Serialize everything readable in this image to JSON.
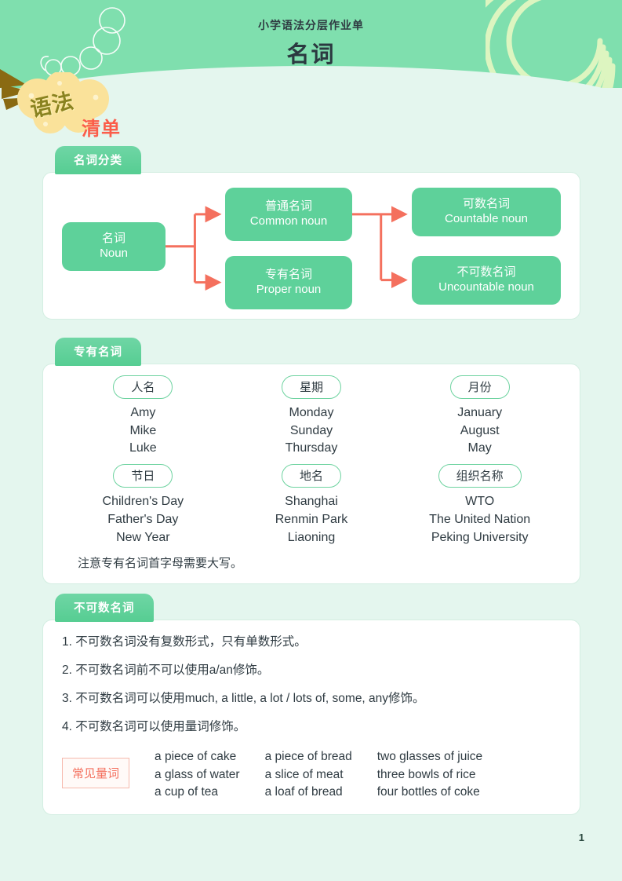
{
  "header": {
    "subtitle": "小学语法分层作业单",
    "title": "名词",
    "badge_grammar": "语法",
    "badge_list": "清单"
  },
  "colors": {
    "header_green": "#7fdfae",
    "page_bg": "#e4f6ee",
    "node_green": "#5ed19a",
    "tab_green": "#5ecf95",
    "arrow_red": "#f4705e",
    "arc_yellow": "#ddf5c0",
    "cloud_yellow": "#fae29a",
    "badge_text_olive": "#8a8320",
    "badge_text_red": "#fb5d4a"
  },
  "sections": {
    "classify": {
      "tab_label": "名词分类",
      "nodes": {
        "root": {
          "cn": "名词",
          "en": "Noun"
        },
        "common": {
          "cn": "普通名词",
          "en": "Common noun"
        },
        "proper": {
          "cn": "专有名词",
          "en": "Proper noun"
        },
        "count": {
          "cn": "可数名词",
          "en": "Countable noun"
        },
        "uncount": {
          "cn": "不可数名词",
          "en": "Uncountable noun"
        }
      }
    },
    "proper": {
      "tab_label": "专有名词",
      "groups": [
        {
          "label": "人名",
          "items": "Amy\nMike\nLuke"
        },
        {
          "label": "星期",
          "items": "Monday\nSunday\nThursday"
        },
        {
          "label": "月份",
          "items": "January\nAugust\nMay"
        },
        {
          "label": "节日",
          "items": "Children's Day\nFather's Day\nNew Year"
        },
        {
          "label": "地名",
          "items": "Shanghai\nRenmin Park\nLiaoning"
        },
        {
          "label": "组织名称",
          "items": "WTO\nThe United Nation\nPeking University"
        }
      ],
      "note": "注意专有名词首字母需要大写。"
    },
    "uncountable": {
      "tab_label": "不可数名词",
      "rules": [
        "1. 不可数名词没有复数形式，只有单数形式。",
        "2. 不可数名词前不可以使用a/an修饰。",
        "3. 不可数名词可以使用much, a little, a lot / lots of, some, any修饰。",
        "4. 不可数名词可以使用量词修饰。"
      ],
      "quantifier_tag": "常见量词",
      "quantifier_columns": [
        "a piece of cake\na glass of water\na cup of tea",
        "a piece of bread\na slice of meat\na loaf of bread",
        "two glasses of juice\nthree bowls of rice\nfour bottles of coke"
      ]
    }
  },
  "footer": {
    "page_number": "1"
  }
}
